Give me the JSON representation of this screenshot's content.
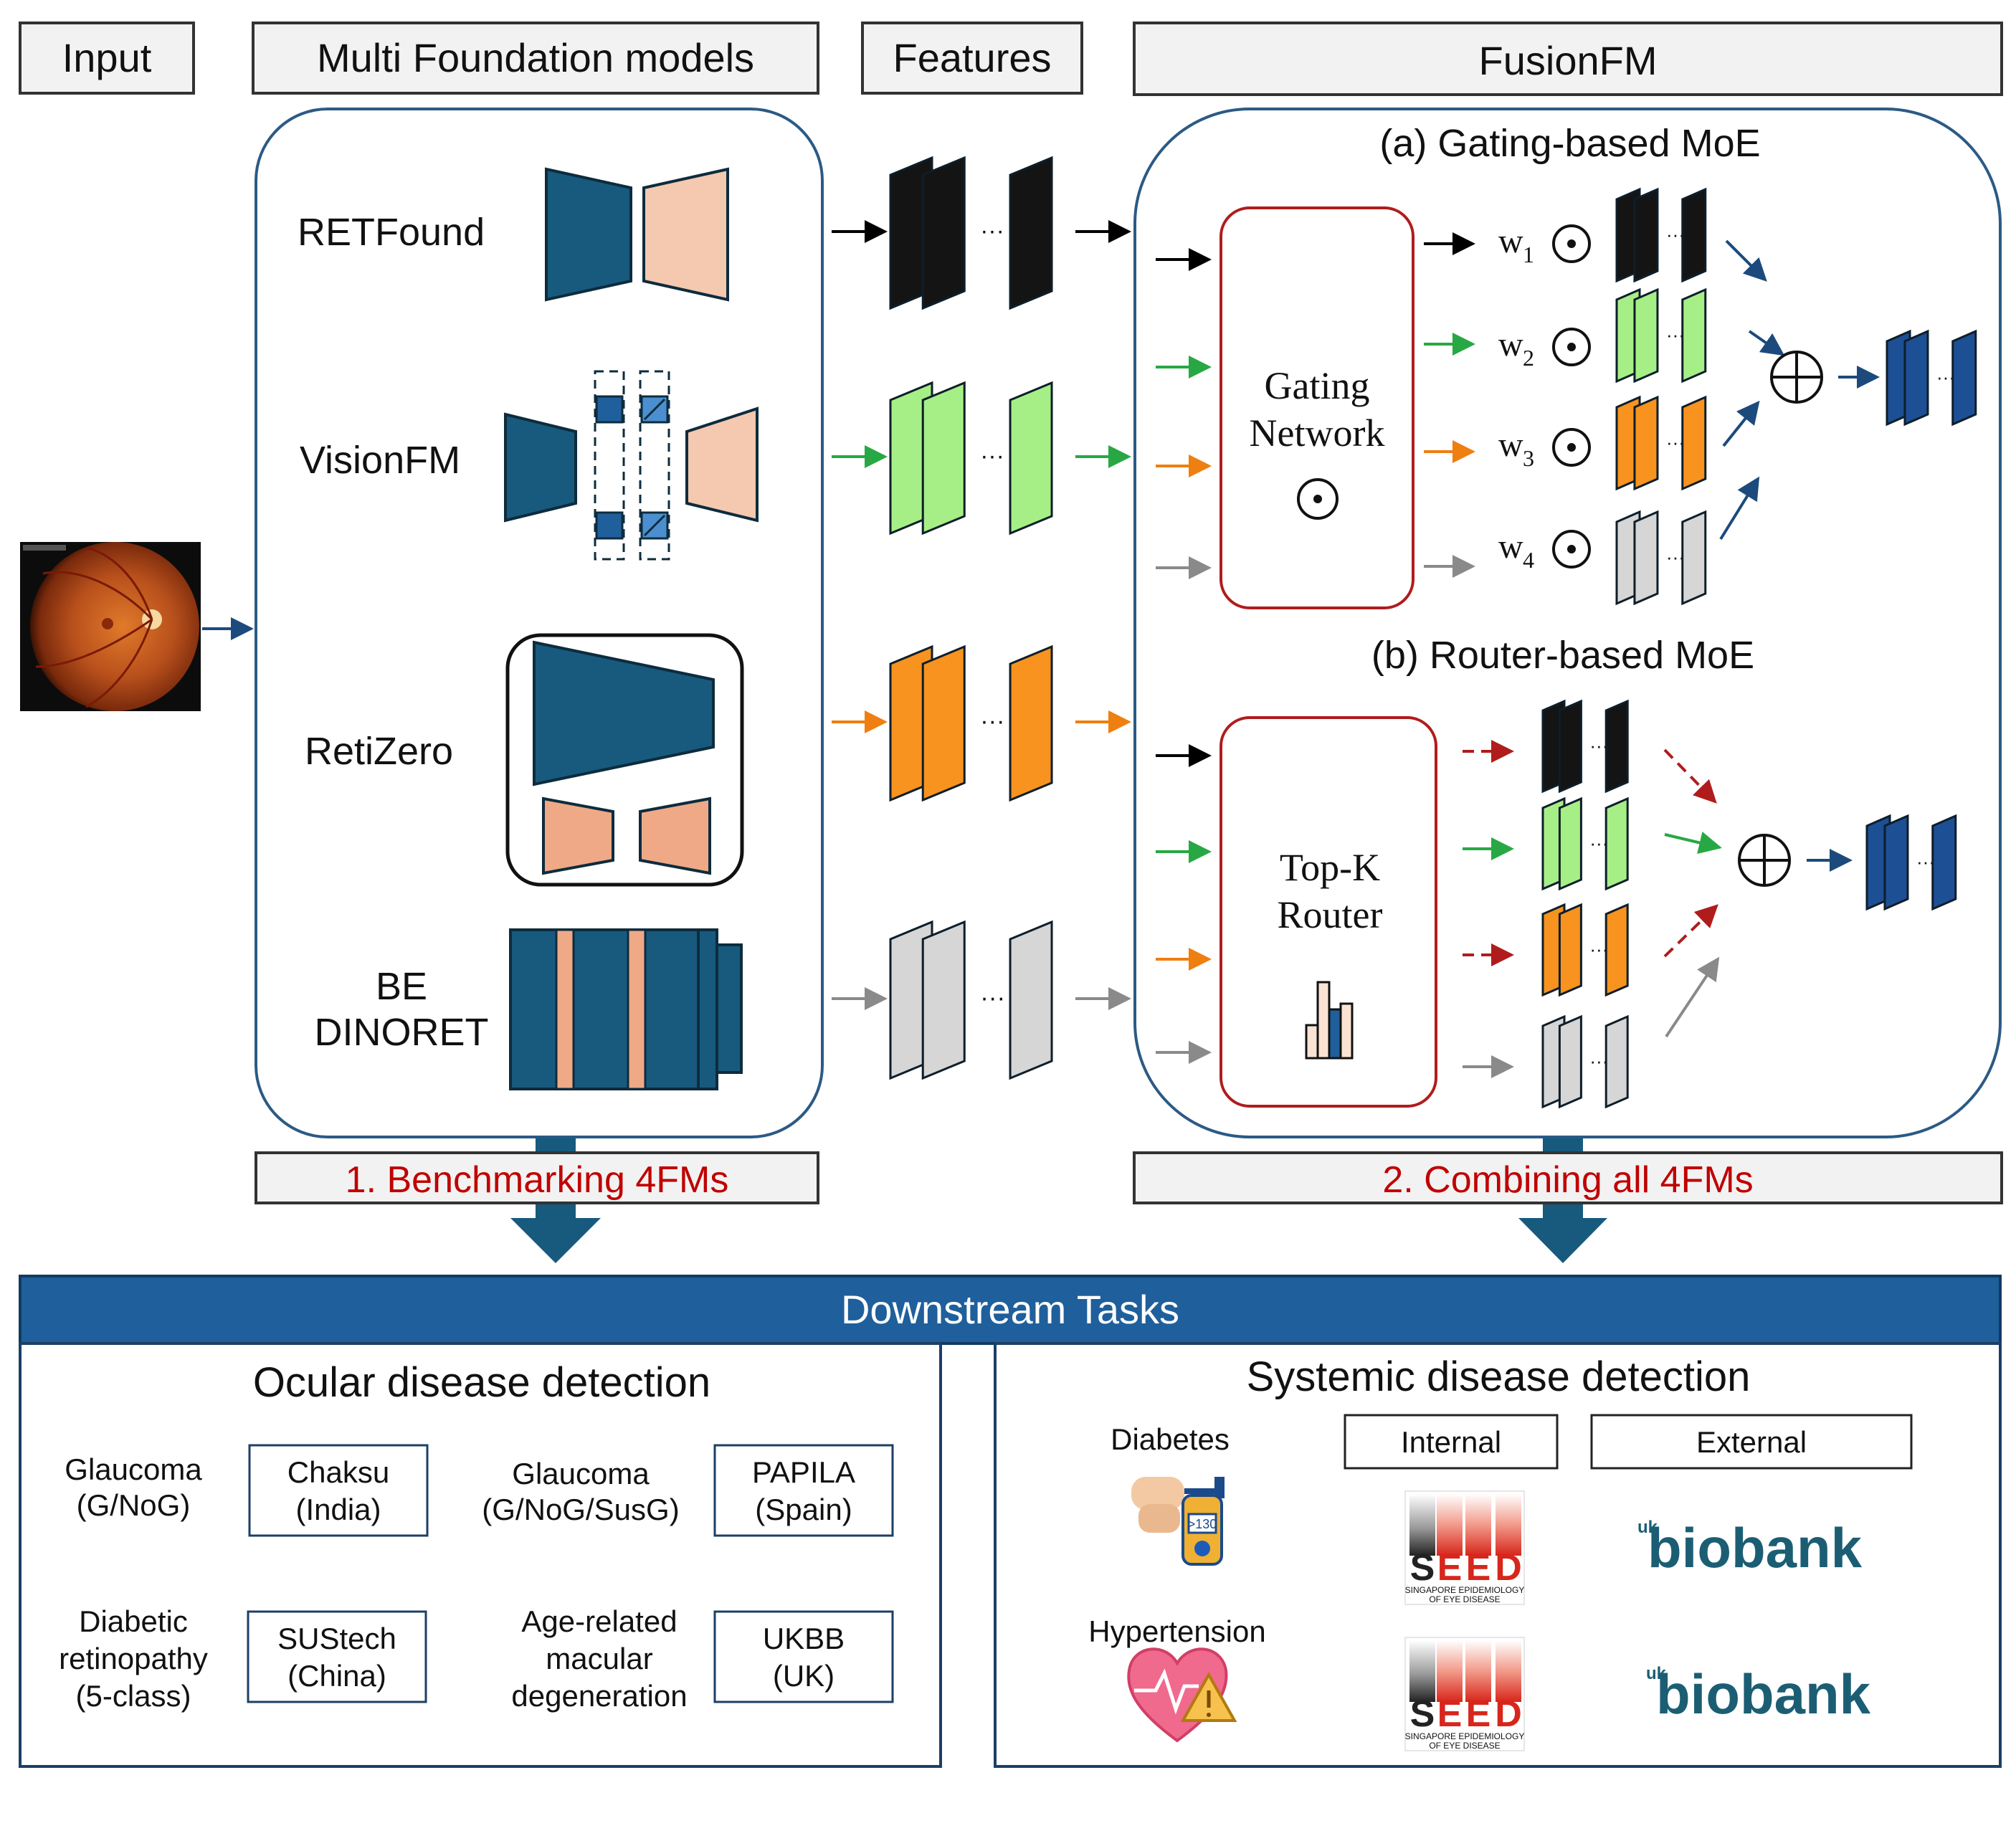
{
  "headers": {
    "input": "Input",
    "multi_fm": "Multi Foundation models",
    "features": "Features",
    "fusionfm": "FusionFM"
  },
  "models": {
    "retfound": "RETFound",
    "visionfm": "VisionFM",
    "retizero": "RetiZero",
    "be_dinoret_line1": "BE",
    "be_dinoret_line2": "DINORET"
  },
  "moe": {
    "gating_title": "(a) Gating-based MoE",
    "router_title": "(b) Router-based MoE",
    "gating_line1": "Gating",
    "gating_line2": "Network",
    "router_line1": "Top-K",
    "router_line2": "Router",
    "weights": [
      "w",
      "w",
      "w",
      "w"
    ],
    "weight_subs": [
      "1",
      "2",
      "3",
      "4"
    ]
  },
  "ellipsis": "···",
  "steps": {
    "benchmarking": "1. Benchmarking 4FMs",
    "combining": "2. Combining all 4FMs"
  },
  "downstream": {
    "title": "Downstream Tasks",
    "ocular": {
      "title": "Ocular disease detection",
      "glaucoma1_l1": "Glaucoma",
      "glaucoma1_l2": "(G/NoG)",
      "chaksu_l1": "Chaksu",
      "chaksu_l2": "(India)",
      "glaucoma2_l1": "Glaucoma",
      "glaucoma2_l2": "(G/NoG/SusG)",
      "papila_l1": "PAPILA",
      "papila_l2": "(Spain)",
      "dr_l1": "Diabetic",
      "dr_l2": "retinopathy",
      "dr_l3": "(5-class)",
      "sustech_l1": "SUStech",
      "sustech_l2": "(China)",
      "amd_l1": "Age-related",
      "amd_l2": "macular",
      "amd_l3": "degeneration",
      "ukbb_l1": "UKBB",
      "ukbb_l2": "(UK)"
    },
    "systemic": {
      "title": "Systemic disease detection",
      "diabetes": "Diabetes",
      "hypertension": "Hypertension",
      "internal": "Internal",
      "external": "External",
      "glucose_reading": ">130",
      "seed_letters": [
        "S",
        "E",
        "E",
        "D"
      ],
      "seed_sub1": "SINGAPORE EPIDEMIOLOGY",
      "seed_sub2": "OF EYE DISEASE",
      "biobank_prefix": "uk",
      "biobank": "biobank"
    }
  },
  "colors": {
    "teal": "#175a7e",
    "peach": "#f5c8b0",
    "peach_dark": "#efa987",
    "black_feat": "#141414",
    "green_feat": "#a6ef86",
    "orange_feat": "#f7931e",
    "gray_feat": "#d6d6d6",
    "out_feat": "#1d4f95",
    "red_box": "#b01c1c",
    "green_arrow": "#28a844",
    "orange_arrow": "#ee7f10",
    "gray_arrow": "#8a8a8a",
    "dark_blue": "#1c4a7c",
    "red_text": "#c00000",
    "banner": "#1f5f9c",
    "biobank_teal": "#1b5e74"
  }
}
